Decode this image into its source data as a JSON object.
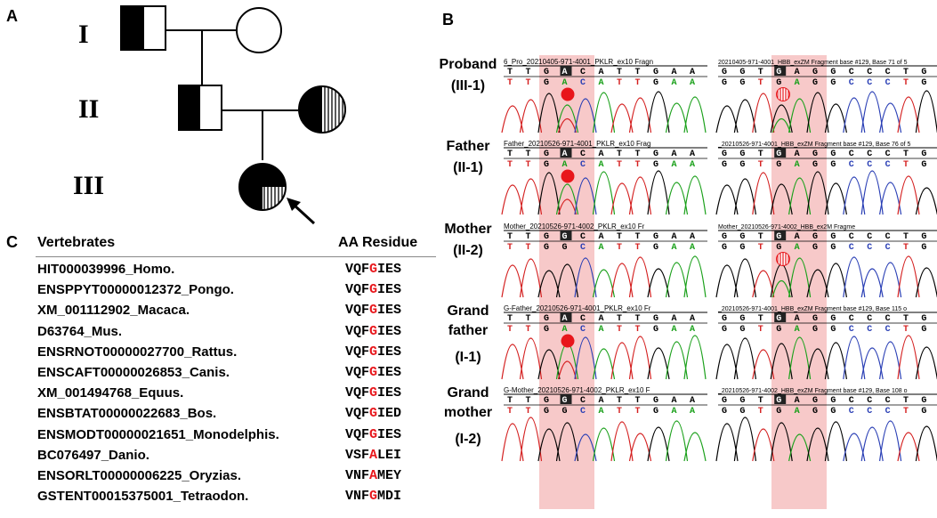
{
  "panel_a": {
    "letter": "A",
    "generations": [
      "I",
      "II",
      "III"
    ]
  },
  "panel_b": {
    "letter": "B",
    "rows": [
      {
        "label_line1": "Proband",
        "label_line2": "(III-1)",
        "left_header": "6_Pro_20210405-971-4001_PKLR_ex10 Fragn",
        "right_header": "20210405-971-4001_HBB_exZM Fragment base #129, Base 71 of 5",
        "left_bases": [
          "T",
          "T",
          "G",
          "A",
          "C",
          "A",
          "T",
          "T",
          "G",
          "A",
          "A"
        ],
        "right_bases": [
          "G",
          "G",
          "T",
          "G",
          "A",
          "G",
          "G",
          "C",
          "C",
          "C",
          "T",
          "G"
        ],
        "left_marker": "solid",
        "right_marker": "striped"
      },
      {
        "label_line1": "Father",
        "label_line2": "(II-1)",
        "left_header": "Father_20210526-971-4001_PKLR_ex10 Frag",
        "right_header": "_20210526-971-4001_HBB_exZM Fragment base #129, Base 76 of 5",
        "left_bases": [
          "T",
          "T",
          "G",
          "A",
          "C",
          "A",
          "T",
          "T",
          "G",
          "A",
          "A"
        ],
        "right_bases": [
          "G",
          "G",
          "T",
          "G",
          "A",
          "G",
          "G",
          "C",
          "C",
          "C",
          "T",
          "G"
        ],
        "left_marker": "solid",
        "right_marker": "none"
      },
      {
        "label_line1": "Mother",
        "label_line2": "(II-2)",
        "left_header": "Mother_20210526-971-4002_PKLR_ex10 Fr",
        "right_header": "Mother_20210526-971-4002_HBB_ex2M Fragme",
        "left_bases": [
          "T",
          "T",
          "G",
          "G",
          "C",
          "A",
          "T",
          "T",
          "G",
          "A",
          "A"
        ],
        "right_bases": [
          "G",
          "G",
          "T",
          "G",
          "A",
          "G",
          "G",
          "C",
          "C",
          "C",
          "T",
          "G"
        ],
        "left_marker": "none",
        "right_marker": "striped"
      },
      {
        "label_line1": "Grand",
        "label_line2": "father",
        "label_line3": "(I-1)",
        "left_header": "G-Father_20210526-971-4001_PKLR_ex10 Fr",
        "right_header": "_20210526-971-4001_HBB_exZM Fragment base #129, Base 115 o",
        "left_bases": [
          "T",
          "T",
          "G",
          "A",
          "C",
          "A",
          "T",
          "T",
          "G",
          "A",
          "A"
        ],
        "right_bases": [
          "G",
          "G",
          "T",
          "G",
          "A",
          "G",
          "G",
          "C",
          "C",
          "C",
          "T",
          "G"
        ],
        "left_marker": "solid",
        "right_marker": "none"
      },
      {
        "label_line1": "Grand",
        "label_line2": "mother",
        "label_line3": "(I-2)",
        "left_header": "G-Mother_20210526-971-4002_PKLR_ex10 F",
        "right_header": "_20210526-971-4002_HBB_exZM Fragment base #129, Base 108 o",
        "left_bases": [
          "T",
          "T",
          "G",
          "G",
          "C",
          "A",
          "T",
          "T",
          "G",
          "A",
          "A"
        ],
        "right_bases": [
          "G",
          "G",
          "T",
          "G",
          "A",
          "G",
          "G",
          "C",
          "C",
          "C",
          "T",
          "G"
        ],
        "left_marker": "none",
        "right_marker": "none"
      }
    ]
  },
  "panel_c": {
    "letter": "C",
    "col_species": "Vertebrates",
    "col_aa": "AA Residue",
    "rows": [
      {
        "species": "HIT000039996_Homo.",
        "pre": "VQF",
        "mid": "G",
        "post": "IES"
      },
      {
        "species": "ENSPPYT00000012372_Pongo.",
        "pre": "VQF",
        "mid": "G",
        "post": "IES"
      },
      {
        "species": "XM_001112902_Macaca.",
        "pre": "VQF",
        "mid": "G",
        "post": "IES"
      },
      {
        "species": "D63764_Mus.",
        "pre": "VQF",
        "mid": "G",
        "post": "IES"
      },
      {
        "species": "ENSRNOT00000027700_Rattus.",
        "pre": "VQF",
        "mid": "G",
        "post": "IES"
      },
      {
        "species": "ENSCAFT00000026853_Canis.",
        "pre": "VQF",
        "mid": "G",
        "post": "IES"
      },
      {
        "species": "XM_001494768_Equus.",
        "pre": "VQF",
        "mid": "G",
        "post": "IES"
      },
      {
        "species": "ENSBTAT00000022683_Bos.",
        "pre": "VQF",
        "mid": "G",
        "post": "IED"
      },
      {
        "species": "ENSMODT00000021651_Monodelphis.",
        "pre": "VQF",
        "mid": "G",
        "post": "IES"
      },
      {
        "species": "BC076497_Danio.",
        "pre": "VSF",
        "mid": "A",
        "post": "LEI"
      },
      {
        "species": "ENSORLT00000006225_Oryzias.",
        "pre": "VNF",
        "mid": "A",
        "post": "MEY"
      },
      {
        "species": "GSTENT00015375001_Tetraodon.",
        "pre": "VNF",
        "mid": "G",
        "post": "MDI"
      }
    ]
  },
  "colors": {
    "highlight_band": "#f7c9c9",
    "marker_red": "#e8161b",
    "trace_black": "#000000",
    "trace_green": "#1aa01a",
    "trace_red": "#d42020",
    "trace_blue": "#2a3fb5"
  }
}
